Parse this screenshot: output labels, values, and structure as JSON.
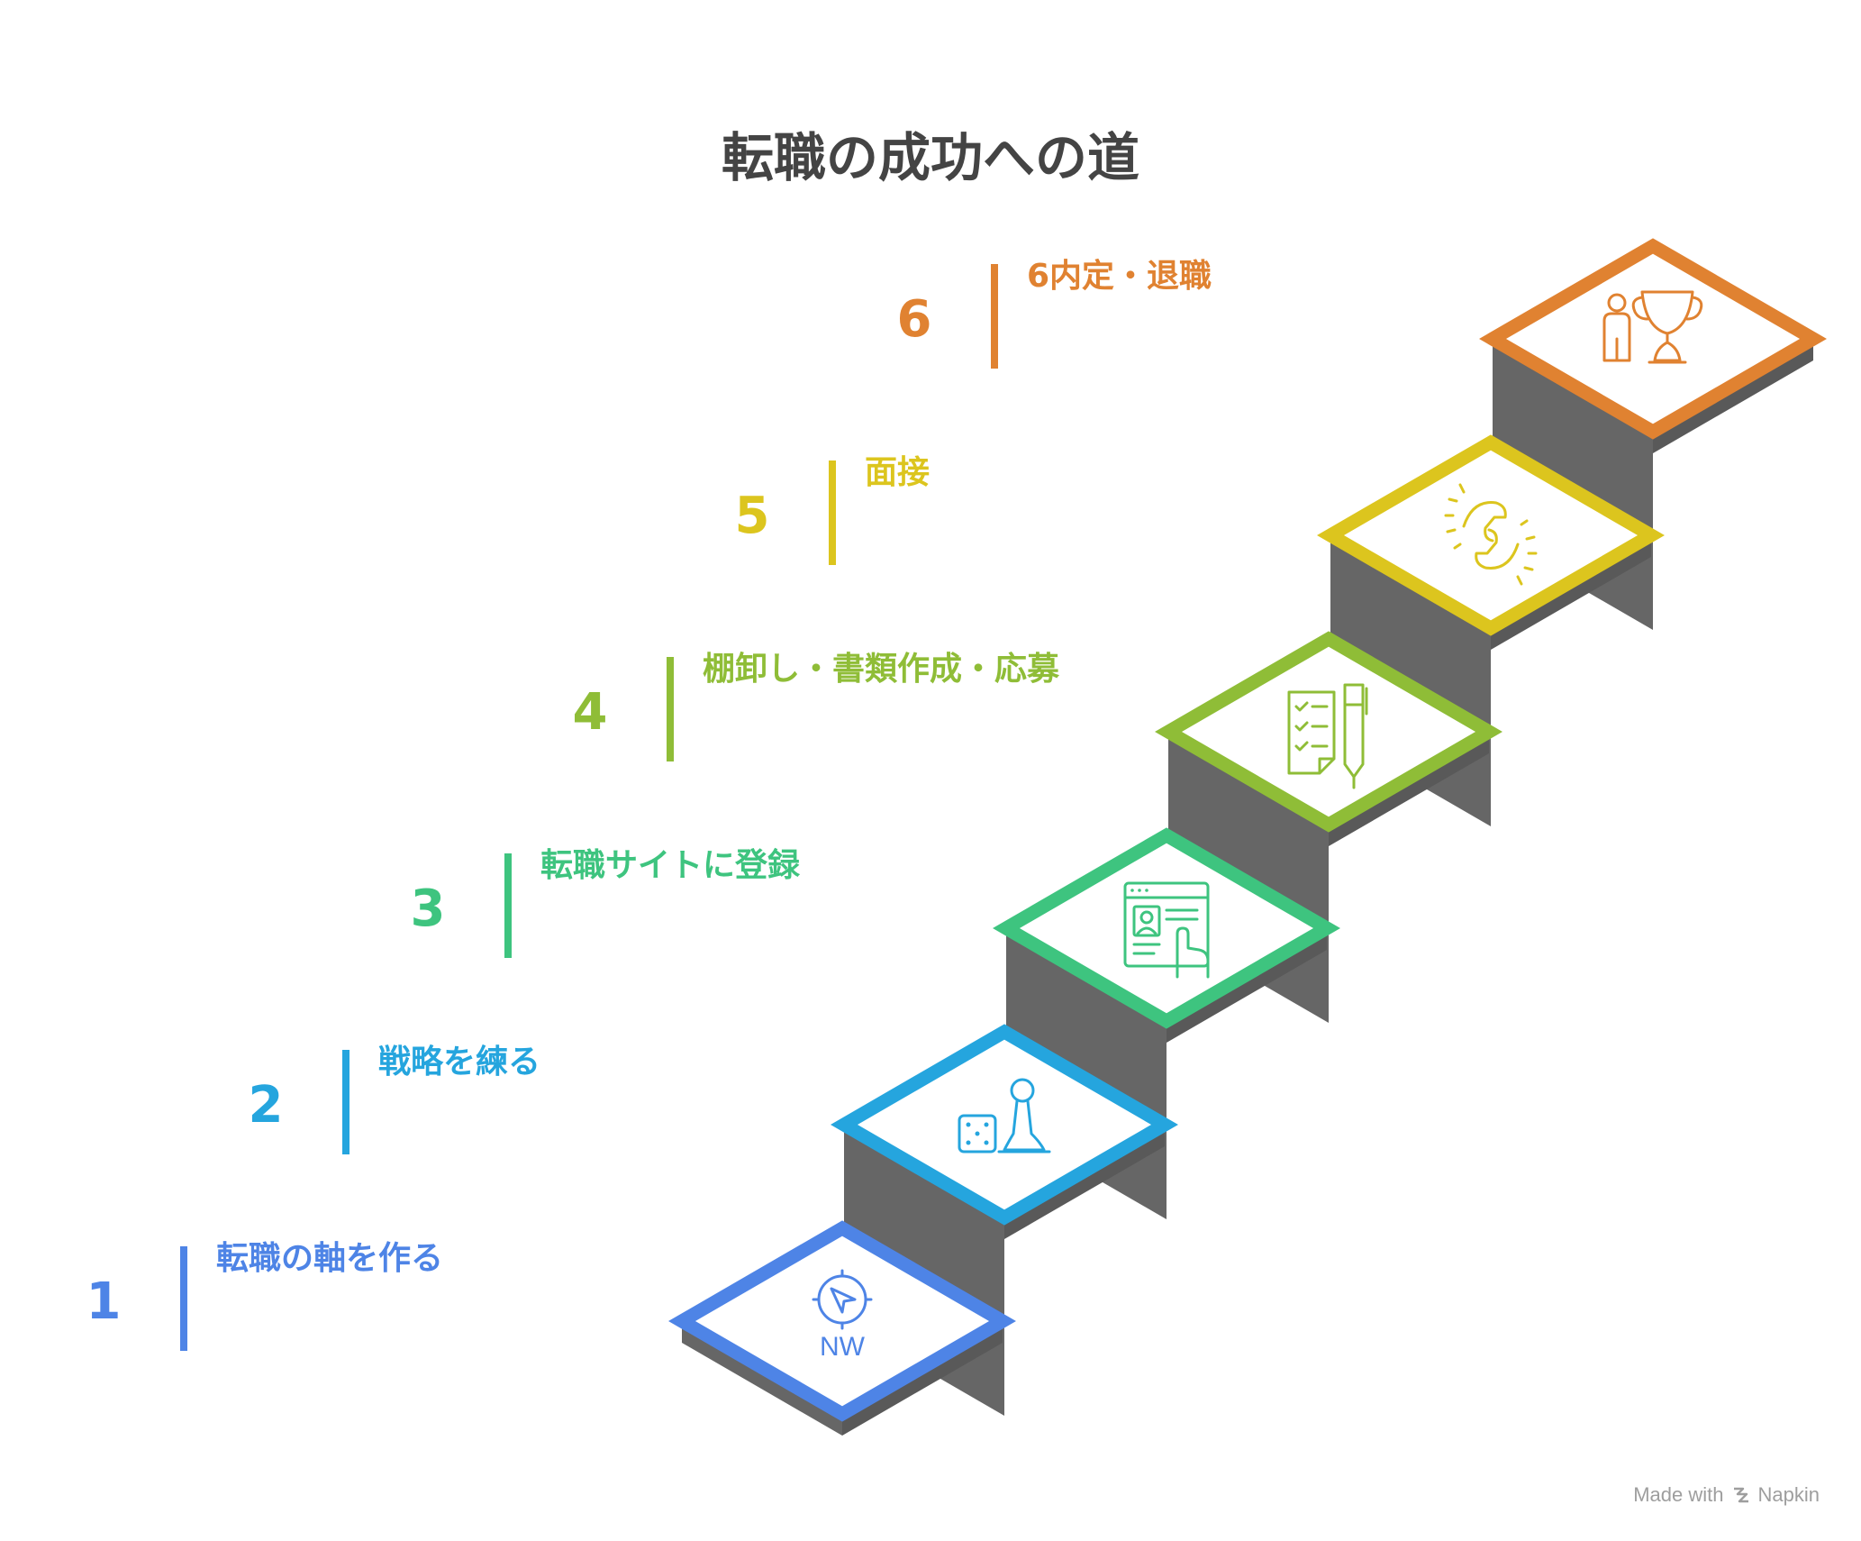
{
  "title": "転職の成功への道",
  "steps": [
    {
      "number": "1",
      "label": "転職の軸を作る",
      "color": "#4e84e6",
      "icon": "compass-nw-icon",
      "icon_text": "NW"
    },
    {
      "number": "2",
      "label": "戦略を練る",
      "color": "#25a5de",
      "icon": "dice-pawn-icon"
    },
    {
      "number": "3",
      "label": "転職サイトに登録",
      "color": "#3ec47f",
      "icon": "web-profile-click-icon"
    },
    {
      "number": "4",
      "label": "棚卸し・書類作成・応募",
      "color": "#8fbd37",
      "icon": "checklist-pen-icon"
    },
    {
      "number": "5",
      "label": "面接",
      "color": "#dcc51e",
      "icon": "handshake-icon"
    },
    {
      "number": "6",
      "label": "6内定・退職",
      "color": "#e08231",
      "icon": "person-trophy-icon"
    }
  ],
  "colors": {
    "riser": "#666666",
    "side": "#595959",
    "title": "#444444"
  },
  "footer": {
    "made_with": "Made with",
    "brand": "Napkin",
    "icon": "napkin-logo-icon"
  }
}
